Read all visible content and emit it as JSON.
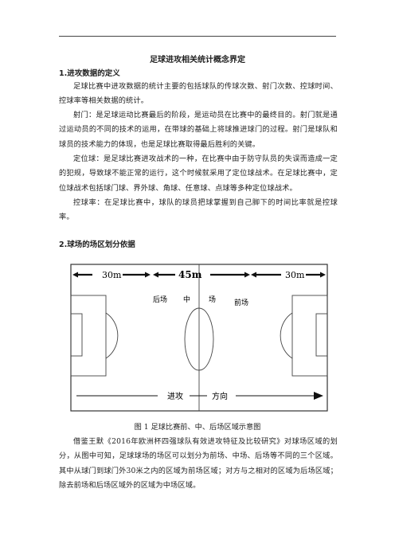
{
  "header_rule": true,
  "doc": {
    "title": "足球进攻相关统计概念界定",
    "section1": {
      "heading": "1.进攻数据的定义",
      "p1": "足球比赛中进攻数据的统计主要的包括球队的传球次数、射门次数、控球时间、控球率等相关数据的统计。",
      "p2": "射门：是足球运动比赛最后的阶段，是运动员在比赛中的最终目的。射门就是通过运动员的不同的技术的运用，在带球的基础上将球推进球门的过程。射门是球队和球员的技术能力的体现，也是足球比赛取得最后胜利的关键。",
      "p3": "定位球：是足球比赛进攻战术的一种，在比赛中由于防守队员的失误而造成一定的犯规，导致球不能正常的运行，这个时候就采用了定位球战术。在足球比赛中，定位球战术包括球门球、界外球、角球、任意球、点球等多种定位球战术。",
      "p4": "控球率：在足球比赛中，球队的球员把球掌握到自己脚下的时间比率就是控球率。"
    },
    "section2": {
      "heading": "2.球场的场区划分依据",
      "figure": {
        "label_left": "30m",
        "label_mid": "45m",
        "label_right": "30m",
        "zone_back": "后场",
        "zone_mid_a": "中",
        "zone_mid_b": "场",
        "zone_front": "前场",
        "dir_a": "进攻",
        "dir_b": "方向",
        "caption": "图 1    足球比赛前、中、后场区域示意图"
      },
      "p5": "借鉴王默《2016年欧洲杯四强球队有效进攻特征及比较研究》对球场区域的划分，从图中可知，足球球场的场区可以划分为前场、中场、后场等不同的三个区域。其中从球门到球门外30米之内的区域为前场区域；对方与之相对的区域为后场区域；除去前场和后场区域外的区域为中场区域。"
    }
  }
}
